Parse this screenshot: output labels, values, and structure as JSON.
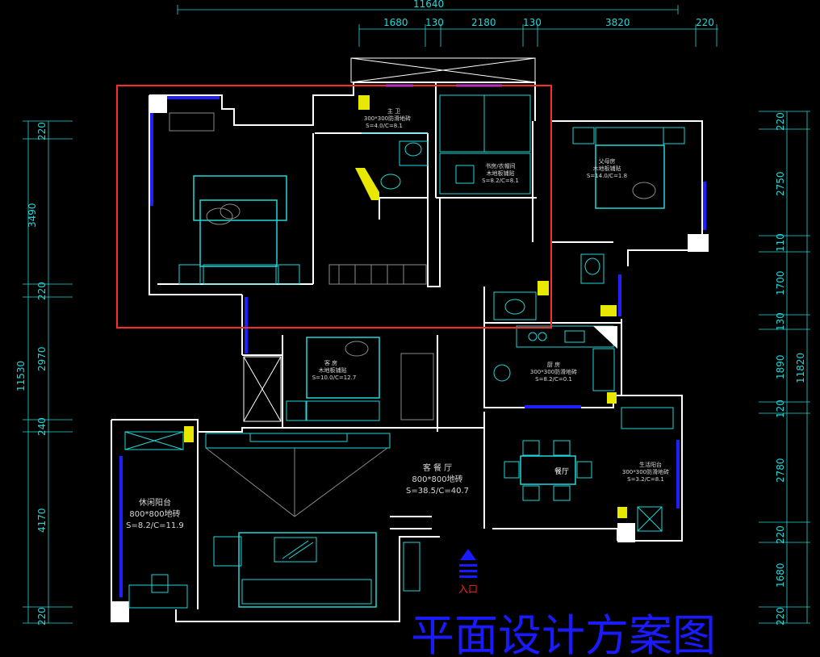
{
  "dimensions": {
    "top_total": "11640",
    "top_segments": [
      "1680",
      "130",
      "2180",
      "130",
      "3820",
      "220"
    ],
    "left_total": "11530",
    "left_segments": [
      "220",
      "3490",
      "220",
      "2970",
      "240",
      "4170",
      "220"
    ],
    "right_total": "11820",
    "right_segments": [
      "220",
      "2750",
      "110",
      "1700",
      "130",
      "1890",
      "120",
      "2780",
      "220",
      "1680",
      "220"
    ]
  },
  "rooms": {
    "master_bath": {
      "name": "主 卫",
      "floor": "300*300防滑地砖",
      "area": "S=4.0/C=8.1"
    },
    "study": {
      "name": "书房/衣帽间",
      "floor": "木地板铺贴",
      "area": "S=8.2/C=8.1"
    },
    "parents_room": {
      "name": "父母房",
      "floor": "木地板铺贴",
      "area": "S=14.0/C=1.8"
    },
    "guest_room": {
      "name": "客 房",
      "floor": "木地板铺贴",
      "area": "S=10.0/C=12.7"
    },
    "kitchen": {
      "name": "厨 房",
      "floor": "300*300防滑地砖",
      "area": "S=8.2/C=0.1"
    },
    "leisure_balcony": {
      "name": "休闲阳台",
      "floor": "800*800地砖",
      "area": "S=8.2/C=11.9"
    },
    "living_dining": {
      "name": "客 餐 厅",
      "floor": "800*800地砖",
      "area": "S=38.5/C=40.7"
    },
    "dining": {
      "name": "餐厅"
    },
    "utility_balcony": {
      "name": "生活阳台",
      "floor": "300*300防滑地砖",
      "area": "S=3.2/C=8.1"
    }
  },
  "labels": {
    "entrance": "入口",
    "title": "平面设计方案图"
  },
  "colors": {
    "background": "#000000",
    "walls": "#ffffff",
    "furniture": "#1fd9d9",
    "windows": "#2020ff",
    "highlight_box": "#ff2a2a",
    "title": "#1a1aff"
  }
}
